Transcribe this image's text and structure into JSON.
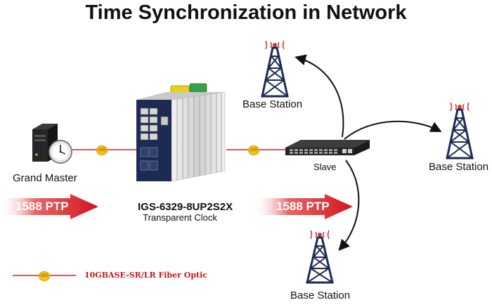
{
  "title": "Time Synchronization in Network",
  "nodes": {
    "grand_master": "Grand Master",
    "switch_model": "IGS-6329-8UP2S2X",
    "switch_role": "Transparent Clock",
    "slave": "Slave",
    "base_station_top": "Base Station",
    "base_station_right": "Base Station",
    "base_station_bottom": "Base Station"
  },
  "arrows": {
    "left": "1588 PTP",
    "middle": "1588 PTP"
  },
  "link_badge": "10G",
  "legend": {
    "label": "10GBASE-SR/LR Fiber Optic",
    "badge": "10G"
  },
  "colors": {
    "fiber_line": "#c42a2a",
    "arrow_red": "#d2141a",
    "badge_yellow": "#f6c21a",
    "switch_navy": "#1d2b54"
  },
  "icons": [
    "server-icon",
    "clock-icon",
    "industrial-switch-icon",
    "rack-switch-icon",
    "radio-tower-icon"
  ]
}
